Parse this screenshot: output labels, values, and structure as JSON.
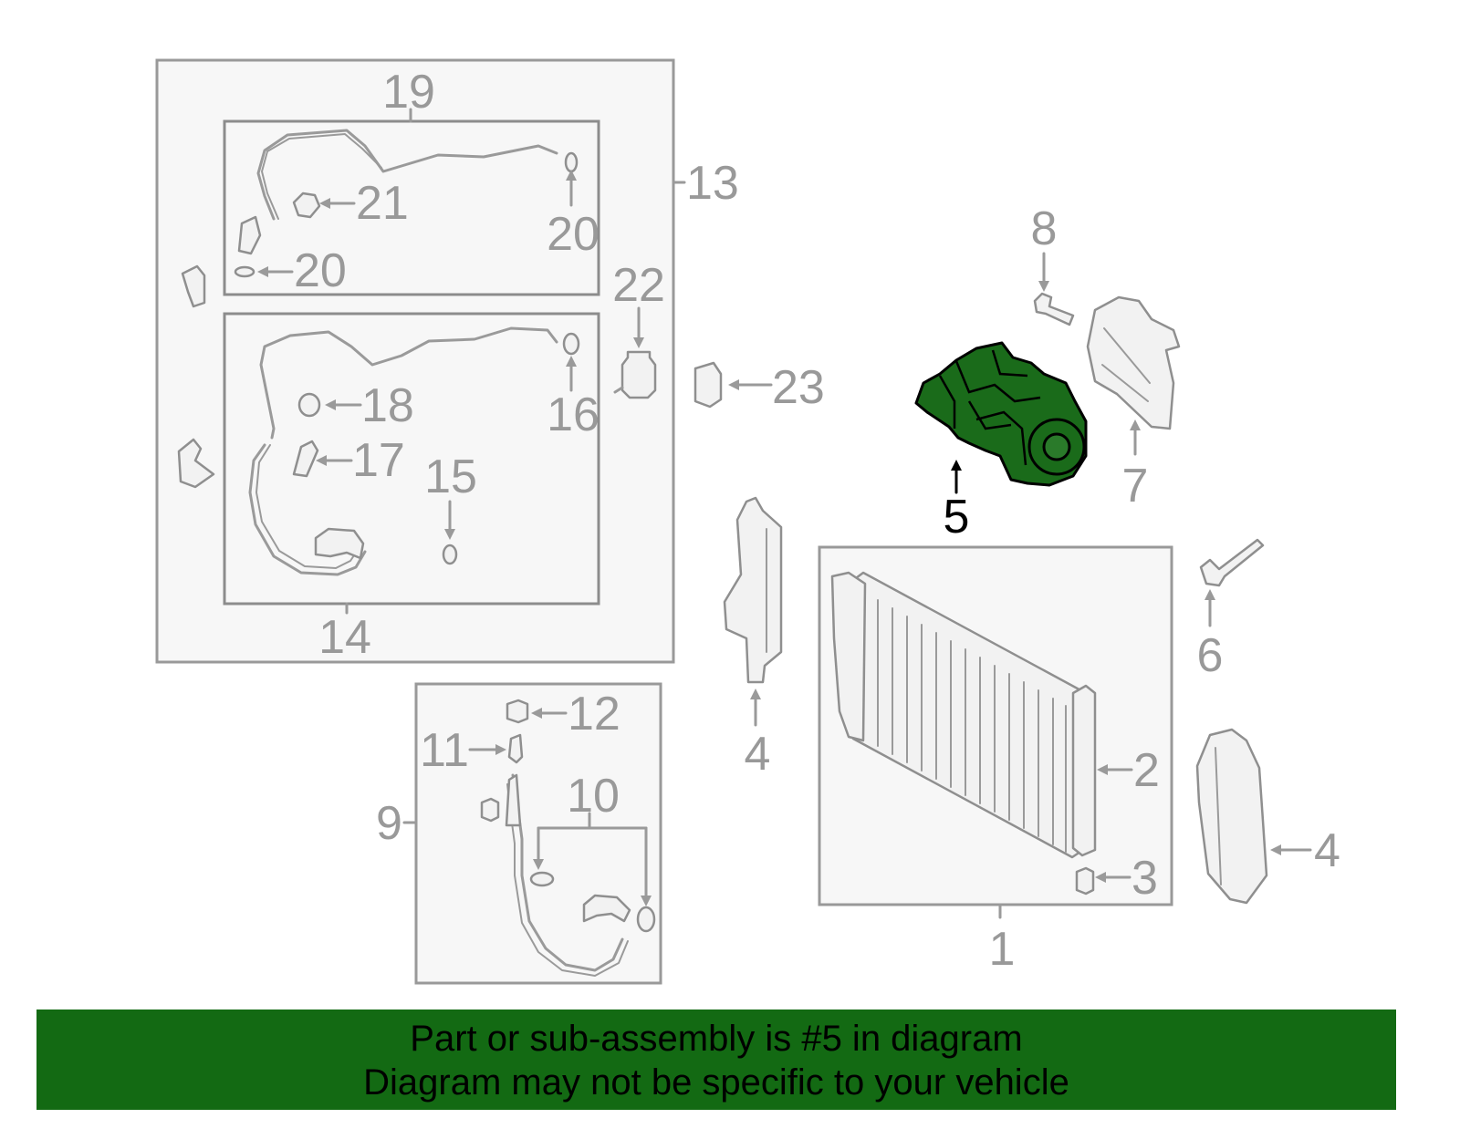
{
  "callouts": {
    "c1": "1",
    "c2": "2",
    "c3": "3",
    "c4a": "4",
    "c4b": "4",
    "c5": "5",
    "c6": "6",
    "c7": "7",
    "c8": "8",
    "c9": "9",
    "c10": "10",
    "c11": "11",
    "c12": "12",
    "c13": "13",
    "c14": "14",
    "c15": "15",
    "c16": "16",
    "c17": "17",
    "c18": "18",
    "c19": "19",
    "c20a": "20",
    "c20b": "20",
    "c21": "21",
    "c22": "22",
    "c23": "23"
  },
  "highlight_color": "#136a13",
  "banner": {
    "line1": "Part or sub-assembly is #5 in diagram",
    "line2": "Diagram may not be specific to your vehicle"
  }
}
